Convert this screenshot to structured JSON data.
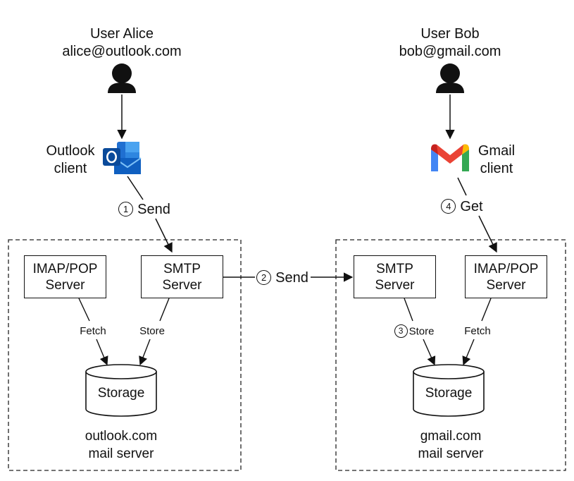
{
  "users": {
    "alice": {
      "title": "User Alice",
      "email": "alice@outlook.com",
      "client_line1": "Outlook",
      "client_line2": "client"
    },
    "bob": {
      "title": "User Bob",
      "email": "bob@gmail.com",
      "client_line1": "Gmail",
      "client_line2": "client"
    }
  },
  "steps": [
    {
      "number": "1",
      "label": "Send"
    },
    {
      "number": "2",
      "label": "Send"
    },
    {
      "number": "3",
      "label": "Store"
    },
    {
      "number": "4",
      "label": "Get"
    }
  ],
  "outlook_server": {
    "imap_line1": "IMAP/POP",
    "imap_line2": "Server",
    "smtp_line1": "SMTP",
    "smtp_line2": "Server",
    "fetch_label": "Fetch",
    "store_label": "Store",
    "storage_label": "Storage",
    "caption_line1": "outlook.com",
    "caption_line2": "mail server"
  },
  "gmail_server": {
    "smtp_line1": "SMTP",
    "smtp_line2": "Server",
    "imap_line1": "IMAP/POP",
    "imap_line2": "Server",
    "fetch_label": "Fetch",
    "storage_label": "Storage",
    "caption_line1": "gmail.com",
    "caption_line2": "mail server"
  },
  "icons": {
    "user": "person-icon",
    "outlook": "outlook-logo-icon",
    "gmail": "gmail-logo-icon"
  },
  "colors": {
    "outlook_dark": "#0a4a9a",
    "outlook_mid": "#1f6fd1",
    "outlook_light": "#4aa3f0",
    "gmail_red": "#ea4335",
    "gmail_blue": "#4285f4",
    "gmail_green": "#34a853",
    "gmail_yellow": "#fbbc04",
    "gmail_darkred": "#c5221f"
  }
}
